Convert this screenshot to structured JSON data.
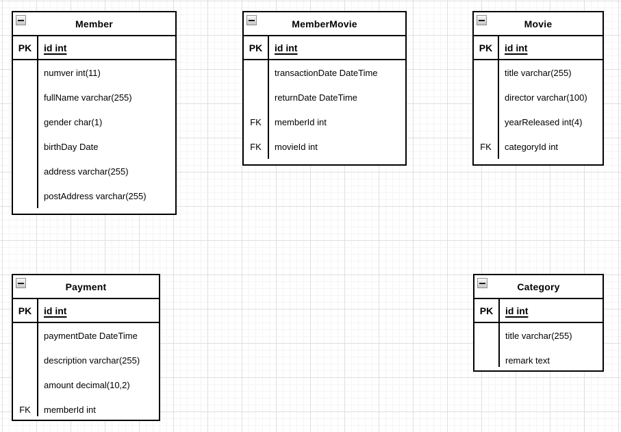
{
  "canvas": {
    "background_color": "#ffffff",
    "grid_minor_color": "#f6f4f5",
    "grid_major_color": "#dfdfdf",
    "border_color": "#000000"
  },
  "icons": {
    "collapse_icon": "minus-box"
  },
  "tables": [
    {
      "title": "Member",
      "pk_key": "PK",
      "pk_field": "id int",
      "rows": [
        {
          "key": "",
          "field": "numver int(11)"
        },
        {
          "key": "",
          "field": "fullName varchar(255)"
        },
        {
          "key": "",
          "field": "gender char(1)"
        },
        {
          "key": "",
          "field": "birthDay Date"
        },
        {
          "key": "",
          "field": "address varchar(255)"
        },
        {
          "key": "",
          "field": "postAddress varchar(255)"
        }
      ]
    },
    {
      "title": "MemberMovie",
      "pk_key": "PK",
      "pk_field": "id int",
      "rows": [
        {
          "key": "",
          "field": "transactionDate DateTime"
        },
        {
          "key": "",
          "field": "returnDate DateTime"
        },
        {
          "key": "FK",
          "field": "memberId int"
        },
        {
          "key": "FK",
          "field": "movieId int"
        }
      ]
    },
    {
      "title": "Movie",
      "pk_key": "PK",
      "pk_field": "id int",
      "rows": [
        {
          "key": "",
          "field": "title varchar(255)"
        },
        {
          "key": "",
          "field": "director varchar(100)"
        },
        {
          "key": "",
          "field": "yearReleased int(4)"
        },
        {
          "key": "FK",
          "field": "categoryId int"
        }
      ]
    },
    {
      "title": "Payment",
      "pk_key": "PK",
      "pk_field": "id int",
      "rows": [
        {
          "key": "",
          "field": "paymentDate DateTime"
        },
        {
          "key": "",
          "field": "description varchar(255)"
        },
        {
          "key": "",
          "field": "amount decimal(10,2)"
        },
        {
          "key": "FK",
          "field": "memberId int"
        }
      ]
    },
    {
      "title": "Category",
      "pk_key": "PK",
      "pk_field": "id int",
      "rows": [
        {
          "key": "",
          "field": "title varchar(255)"
        },
        {
          "key": "",
          "field": "remark text"
        }
      ]
    }
  ]
}
